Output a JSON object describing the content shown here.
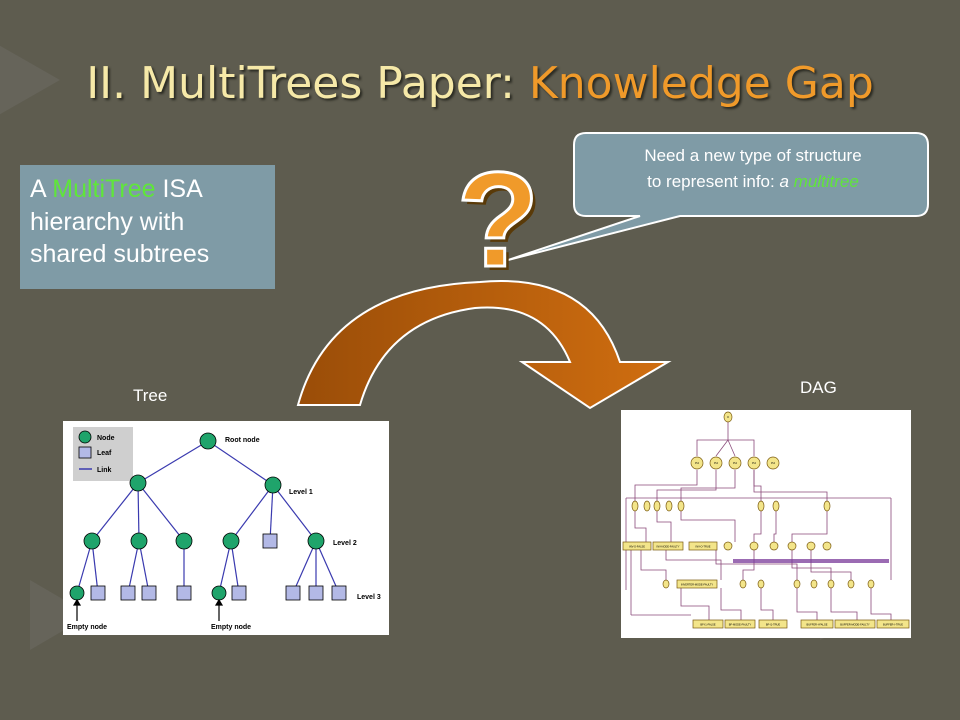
{
  "title": {
    "prefix": "II. MultiTrees Paper: ",
    "highlight": "Knowledge Gap"
  },
  "definition": {
    "pre": "A ",
    "highlight": "MultiTree",
    "post": " ISA hierarchy with shared subtrees"
  },
  "callout": {
    "line1": "Need a new type of structure",
    "line2_plain": "to represent info: ",
    "line2_italic": "a ",
    "line2_green": "multitree"
  },
  "question_mark": "?",
  "tree_label": "Tree",
  "dag_label": "DAG",
  "tree_figure": {
    "legend": [
      "Node",
      "Leaf",
      "Link"
    ],
    "labels": {
      "root": "Root node",
      "level1": "Level 1",
      "level2": "Level 2",
      "level3": "Level 3",
      "empty_node": "Empty node"
    }
  },
  "dag_figure": {
    "top": "0",
    "second_row": [
      "Pd",
      "Pd",
      "Pd",
      "Pd",
      "Pd"
    ],
    "boxes_left": [
      "INV-O-FALSE",
      "INV-NODE-FAULTY",
      "INV-O-TRUE"
    ],
    "box_mid": "INVERTER-MODE-FAULTY",
    "boxes_bottom": [
      "BF-I1-FALSE",
      "BF-MODE-FAULTY",
      "BF-I1-TRUE",
      "BUFFER-I-FALSE",
      "BUFFER-MODE-FAULTY",
      "BUFFER-I-TRUE"
    ]
  },
  "colors": {
    "background": "#5e5c4f",
    "title": "#f6e9a8",
    "title_highlight": "#f09a2a",
    "accent_green": "#5fe63a",
    "box": "#7f9ba6",
    "arrow": "#c8690e",
    "node": "#1fa46b"
  }
}
